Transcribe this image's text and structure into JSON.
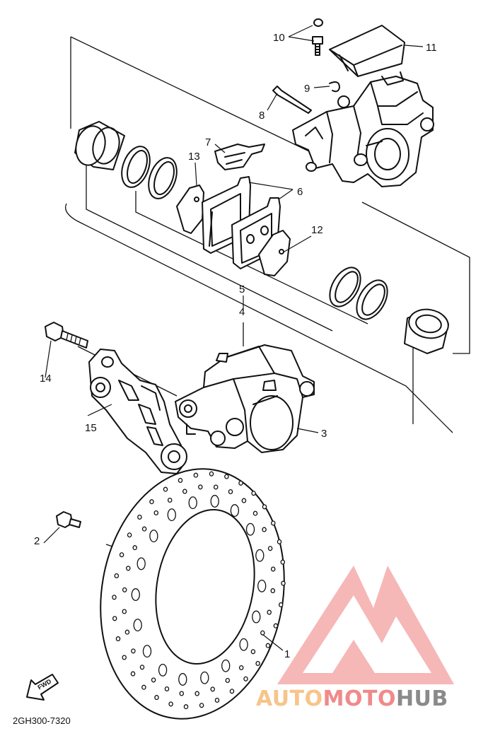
{
  "callouts": {
    "c1": "1",
    "c2": "2",
    "c3": "3",
    "c4": "4",
    "c5": "5",
    "c6": "6",
    "c7": "7",
    "c8": "8",
    "c9": "9",
    "c10": "10",
    "c11": "11",
    "c12": "12",
    "c13": "13",
    "c14": "14",
    "c15": "15"
  },
  "diagram_code": "2GH300-7320",
  "fwd_label": "FWD",
  "watermark": {
    "part1": "AUTO",
    "part2": "MOTO",
    "part3": "HUB",
    "colors": {
      "auto": "#f7c48a",
      "moto": "#f08a8a",
      "hub": "#8a8a8a",
      "logo": "#f4a0a0"
    }
  }
}
